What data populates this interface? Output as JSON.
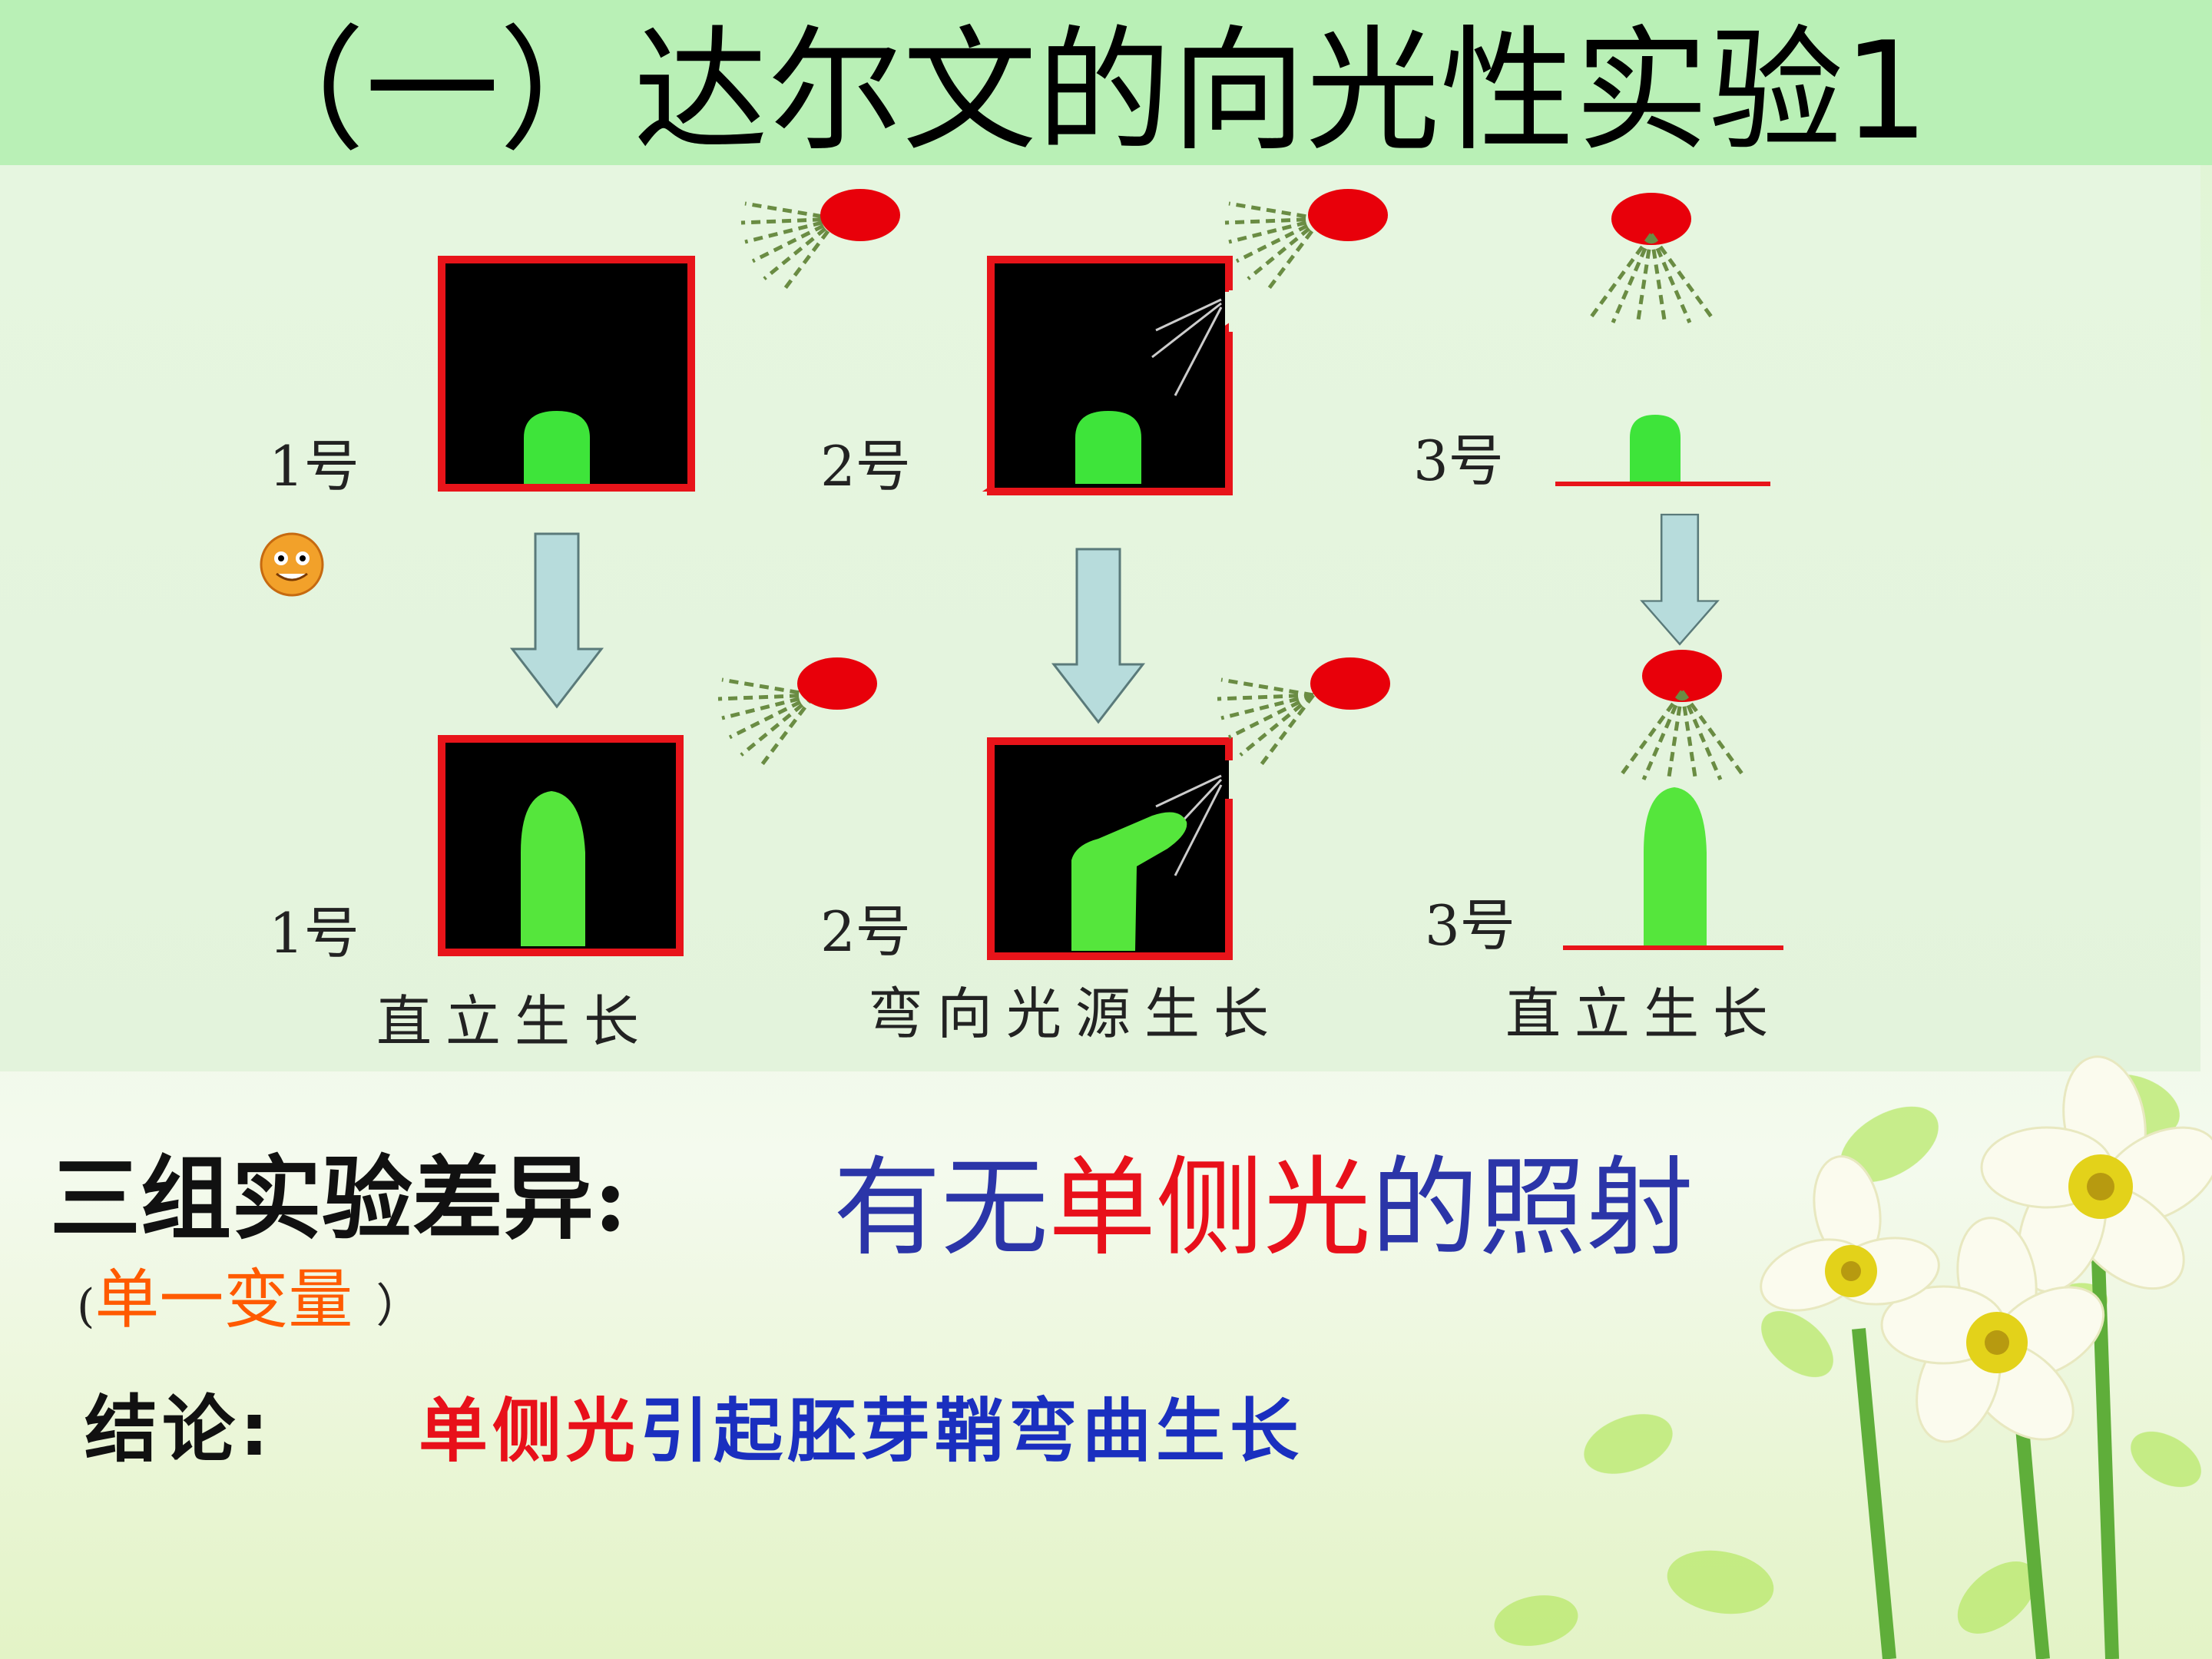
{
  "title": "（一）达尔文的向光性实验1",
  "groups": [
    {
      "label_before": "1号",
      "label_after": "1号",
      "result": "直立生长"
    },
    {
      "label_before": "2号",
      "label_after": "2号",
      "result": "弯向光源生长"
    },
    {
      "label_before": "3号",
      "label_after": "3号",
      "result": "直立生长"
    }
  ],
  "difference": {
    "label": "三组实验差异:",
    "value_part1": "有无",
    "value_part2": "单侧光",
    "value_part3": "的照射",
    "note_open": "(",
    "note": "单一变量",
    "note_close": "）"
  },
  "conclusion": {
    "label": "结论:",
    "value_part1": "单侧光",
    "value_part2": "引起胚芽鞘弯曲生长"
  },
  "colors": {
    "box_border": "#e8141a",
    "box_fill": "#000000",
    "sprout": "#3ee43a",
    "sprout_tall": "#55e63c",
    "lamp": "#e8000a",
    "arrow": "#b7dcdc",
    "title_band": "#b9f0b6"
  },
  "icons": [
    "smiley-icon",
    "lamp-icon",
    "arrow-down-icon"
  ]
}
